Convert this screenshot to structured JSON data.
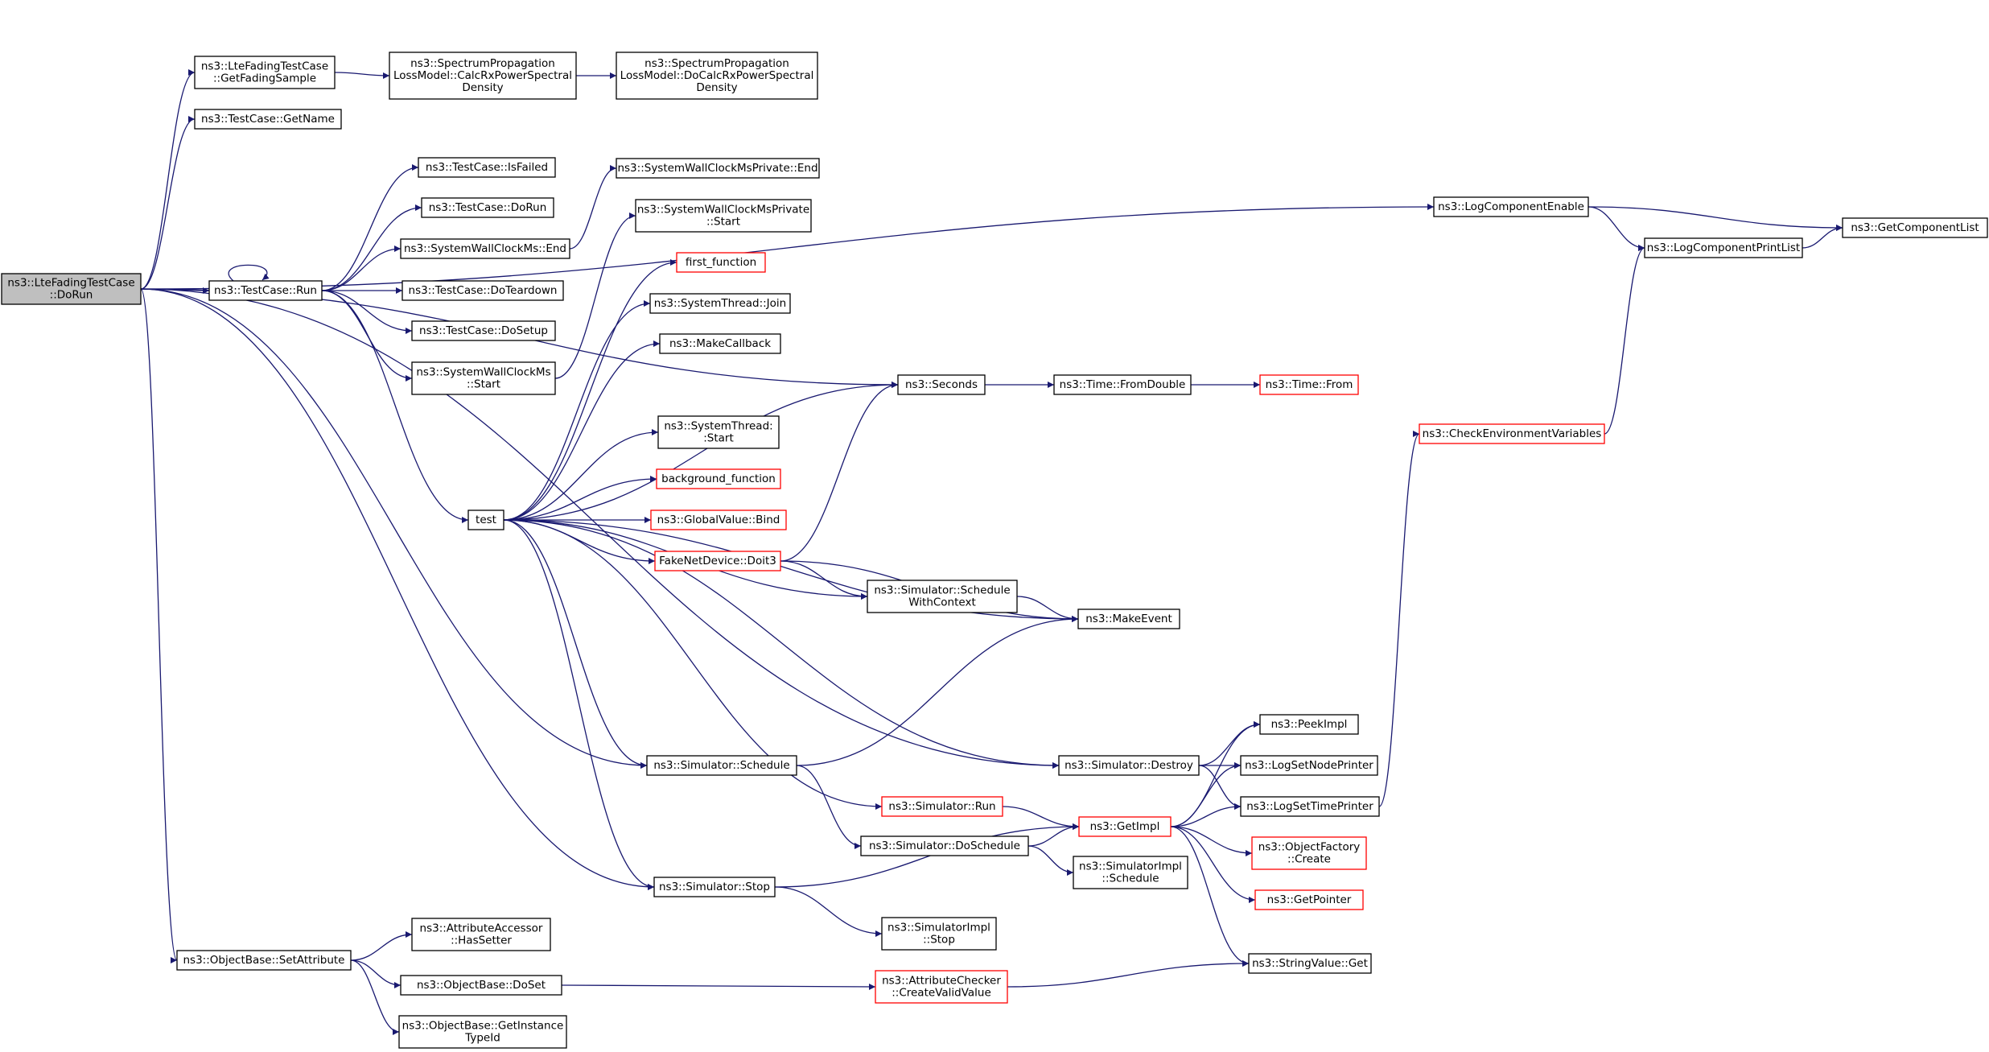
{
  "colors": {
    "edge": "#191970",
    "box_border_normal": "#000000",
    "box_border_truncated": "#ff0000",
    "box_fill_normal": "#ffffff",
    "box_fill_root": "#bfbfbf"
  },
  "nodes": [
    {
      "id": "root",
      "lines": [
        "ns3::LteFadingTestCase",
        "::DoRun"
      ],
      "kind": "root"
    },
    {
      "id": "getFadingSample",
      "lines": [
        "ns3::LteFadingTestCase",
        "::GetFadingSample"
      ],
      "kind": "normal"
    },
    {
      "id": "calcRx",
      "lines": [
        "ns3::SpectrumPropagation",
        "LossModel::CalcRxPowerSpectral",
        "Density"
      ],
      "kind": "normal"
    },
    {
      "id": "doCalcRx",
      "lines": [
        "ns3::SpectrumPropagation",
        "LossModel::DoCalcRxPowerSpectral",
        "Density"
      ],
      "kind": "normal"
    },
    {
      "id": "getName",
      "lines": [
        "ns3::TestCase::GetName"
      ],
      "kind": "normal"
    },
    {
      "id": "isFailed",
      "lines": [
        "ns3::TestCase::IsFailed"
      ],
      "kind": "normal"
    },
    {
      "id": "tcDoRun",
      "lines": [
        "ns3::TestCase::DoRun"
      ],
      "kind": "normal"
    },
    {
      "id": "swcEnd",
      "lines": [
        "ns3::SystemWallClockMs::End"
      ],
      "kind": "normal"
    },
    {
      "id": "tcRun",
      "lines": [
        "ns3::TestCase::Run"
      ],
      "kind": "normal"
    },
    {
      "id": "doTeardown",
      "lines": [
        "ns3::TestCase::DoTeardown"
      ],
      "kind": "normal"
    },
    {
      "id": "doSetup",
      "lines": [
        "ns3::TestCase::DoSetup"
      ],
      "kind": "normal"
    },
    {
      "id": "swcStart",
      "lines": [
        "ns3::SystemWallClockMs",
        "::Start"
      ],
      "kind": "normal"
    },
    {
      "id": "swcpEnd",
      "lines": [
        "ns3::SystemWallClockMsPrivate::End"
      ],
      "kind": "normal"
    },
    {
      "id": "swcpStart",
      "lines": [
        "ns3::SystemWallClockMsPrivate",
        "::Start"
      ],
      "kind": "normal"
    },
    {
      "id": "firstFunction",
      "lines": [
        "first_function"
      ],
      "kind": "truncated"
    },
    {
      "id": "stJoin",
      "lines": [
        "ns3::SystemThread::Join"
      ],
      "kind": "normal"
    },
    {
      "id": "makeCallback",
      "lines": [
        "ns3::MakeCallback"
      ],
      "kind": "normal"
    },
    {
      "id": "seconds",
      "lines": [
        "ns3::Seconds"
      ],
      "kind": "normal"
    },
    {
      "id": "fromDouble",
      "lines": [
        "ns3::Time::FromDouble"
      ],
      "kind": "normal"
    },
    {
      "id": "timeFrom",
      "lines": [
        "ns3::Time::From"
      ],
      "kind": "truncated"
    },
    {
      "id": "stStart",
      "lines": [
        "ns3::SystemThread:",
        ":Start"
      ],
      "kind": "normal"
    },
    {
      "id": "backgroundFunction",
      "lines": [
        "background_function"
      ],
      "kind": "truncated"
    },
    {
      "id": "test",
      "lines": [
        "test"
      ],
      "kind": "normal"
    },
    {
      "id": "gvBind",
      "lines": [
        "ns3::GlobalValue::Bind"
      ],
      "kind": "truncated"
    },
    {
      "id": "doit3",
      "lines": [
        "FakeNetDevice::Doit3"
      ],
      "kind": "truncated"
    },
    {
      "id": "scheduleWithContext",
      "lines": [
        "ns3::Simulator::Schedule",
        "WithContext"
      ],
      "kind": "normal"
    },
    {
      "id": "makeEvent",
      "lines": [
        "ns3::MakeEvent"
      ],
      "kind": "normal"
    },
    {
      "id": "simSchedule",
      "lines": [
        "ns3::Simulator::Schedule"
      ],
      "kind": "normal"
    },
    {
      "id": "simDestroy",
      "lines": [
        "ns3::Simulator::Destroy"
      ],
      "kind": "normal"
    },
    {
      "id": "simRun",
      "lines": [
        "ns3::Simulator::Run"
      ],
      "kind": "truncated"
    },
    {
      "id": "getImpl",
      "lines": [
        "ns3::GetImpl"
      ],
      "kind": "truncated"
    },
    {
      "id": "doSchedule",
      "lines": [
        "ns3::Simulator::DoSchedule"
      ],
      "kind": "normal"
    },
    {
      "id": "simImplSchedule",
      "lines": [
        "ns3::SimulatorImpl",
        "::Schedule"
      ],
      "kind": "normal"
    },
    {
      "id": "simStop",
      "lines": [
        "ns3::Simulator::Stop"
      ],
      "kind": "normal"
    },
    {
      "id": "simImplStop",
      "lines": [
        "ns3::SimulatorImpl",
        "::Stop"
      ],
      "kind": "normal"
    },
    {
      "id": "peekImpl",
      "lines": [
        "ns3::PeekImpl"
      ],
      "kind": "normal"
    },
    {
      "id": "logSetNodePrinter",
      "lines": [
        "ns3::LogSetNodePrinter"
      ],
      "kind": "normal"
    },
    {
      "id": "logSetTimePrinter",
      "lines": [
        "ns3::LogSetTimePrinter"
      ],
      "kind": "normal"
    },
    {
      "id": "objectFactoryCreate",
      "lines": [
        "ns3::ObjectFactory",
        "::Create"
      ],
      "kind": "truncated"
    },
    {
      "id": "getPointer",
      "lines": [
        "ns3::GetPointer"
      ],
      "kind": "truncated"
    },
    {
      "id": "stringValueGet",
      "lines": [
        "ns3::StringValue::Get"
      ],
      "kind": "normal"
    },
    {
      "id": "logComponentEnable",
      "lines": [
        "ns3::LogComponentEnable"
      ],
      "kind": "normal"
    },
    {
      "id": "logComponentPrintList",
      "lines": [
        "ns3::LogComponentPrintList"
      ],
      "kind": "normal"
    },
    {
      "id": "getComponentList",
      "lines": [
        "ns3::GetComponentList"
      ],
      "kind": "normal"
    },
    {
      "id": "checkEnvVars",
      "lines": [
        "ns3::CheckEnvironmentVariables"
      ],
      "kind": "truncated"
    },
    {
      "id": "obSetAttribute",
      "lines": [
        "ns3::ObjectBase::SetAttribute"
      ],
      "kind": "normal"
    },
    {
      "id": "aaHasSetter",
      "lines": [
        "ns3::AttributeAccessor",
        "::HasSetter"
      ],
      "kind": "normal"
    },
    {
      "id": "obDoSet",
      "lines": [
        "ns3::ObjectBase::DoSet"
      ],
      "kind": "normal"
    },
    {
      "id": "acCreateValid",
      "lines": [
        "ns3::AttributeChecker",
        "::CreateValidValue"
      ],
      "kind": "truncated"
    },
    {
      "id": "obGetInstanceTypeId",
      "lines": [
        "ns3::ObjectBase::GetInstance",
        "TypeId"
      ],
      "kind": "normal"
    }
  ],
  "edges": [
    [
      "root",
      "getFadingSample"
    ],
    [
      "root",
      "getName"
    ],
    [
      "root",
      "seconds"
    ],
    [
      "root",
      "logComponentEnable"
    ],
    [
      "root",
      "tcRun"
    ],
    [
      "root",
      "simSchedule"
    ],
    [
      "root",
      "simDestroy"
    ],
    [
      "root",
      "simStop"
    ],
    [
      "root",
      "obSetAttribute"
    ],
    [
      "getFadingSample",
      "calcRx"
    ],
    [
      "calcRx",
      "doCalcRx"
    ],
    [
      "tcRun",
      "tcRun"
    ],
    [
      "tcRun",
      "isFailed"
    ],
    [
      "tcRun",
      "tcDoRun"
    ],
    [
      "tcRun",
      "swcEnd"
    ],
    [
      "tcRun",
      "doTeardown"
    ],
    [
      "tcRun",
      "doSetup"
    ],
    [
      "tcRun",
      "swcStart"
    ],
    [
      "tcRun",
      "test"
    ],
    [
      "swcEnd",
      "swcpEnd"
    ],
    [
      "swcStart",
      "swcpStart"
    ],
    [
      "test",
      "firstFunction"
    ],
    [
      "test",
      "stJoin"
    ],
    [
      "test",
      "makeCallback"
    ],
    [
      "test",
      "seconds"
    ],
    [
      "test",
      "stStart"
    ],
    [
      "test",
      "backgroundFunction"
    ],
    [
      "test",
      "gvBind"
    ],
    [
      "test",
      "doit3"
    ],
    [
      "test",
      "scheduleWithContext"
    ],
    [
      "test",
      "makeEvent"
    ],
    [
      "test",
      "simSchedule"
    ],
    [
      "test",
      "simDestroy"
    ],
    [
      "test",
      "simRun"
    ],
    [
      "test",
      "simStop"
    ],
    [
      "seconds",
      "fromDouble"
    ],
    [
      "fromDouble",
      "timeFrom"
    ],
    [
      "doit3",
      "seconds"
    ],
    [
      "doit3",
      "scheduleWithContext"
    ],
    [
      "doit3",
      "makeEvent"
    ],
    [
      "scheduleWithContext",
      "makeEvent"
    ],
    [
      "simSchedule",
      "makeEvent"
    ],
    [
      "simSchedule",
      "doSchedule"
    ],
    [
      "simDestroy",
      "peekImpl"
    ],
    [
      "simDestroy",
      "logSetNodePrinter"
    ],
    [
      "simDestroy",
      "logSetTimePrinter"
    ],
    [
      "simRun",
      "getImpl"
    ],
    [
      "doSchedule",
      "getImpl"
    ],
    [
      "doSchedule",
      "simImplSchedule"
    ],
    [
      "simStop",
      "getImpl"
    ],
    [
      "simStop",
      "simImplStop"
    ],
    [
      "getImpl",
      "peekImpl"
    ],
    [
      "getImpl",
      "logSetNodePrinter"
    ],
    [
      "getImpl",
      "logSetTimePrinter"
    ],
    [
      "getImpl",
      "objectFactoryCreate"
    ],
    [
      "getImpl",
      "getPointer"
    ],
    [
      "getImpl",
      "stringValueGet"
    ],
    [
      "logSetTimePrinter",
      "checkEnvVars"
    ],
    [
      "checkEnvVars",
      "logComponentPrintList"
    ],
    [
      "logComponentEnable",
      "logComponentPrintList"
    ],
    [
      "logComponentEnable",
      "getComponentList"
    ],
    [
      "logComponentPrintList",
      "getComponentList"
    ],
    [
      "obSetAttribute",
      "aaHasSetter"
    ],
    [
      "obSetAttribute",
      "obDoSet"
    ],
    [
      "obSetAttribute",
      "obGetInstanceTypeId"
    ],
    [
      "obDoSet",
      "acCreateValid"
    ],
    [
      "acCreateValid",
      "stringValueGet"
    ]
  ]
}
